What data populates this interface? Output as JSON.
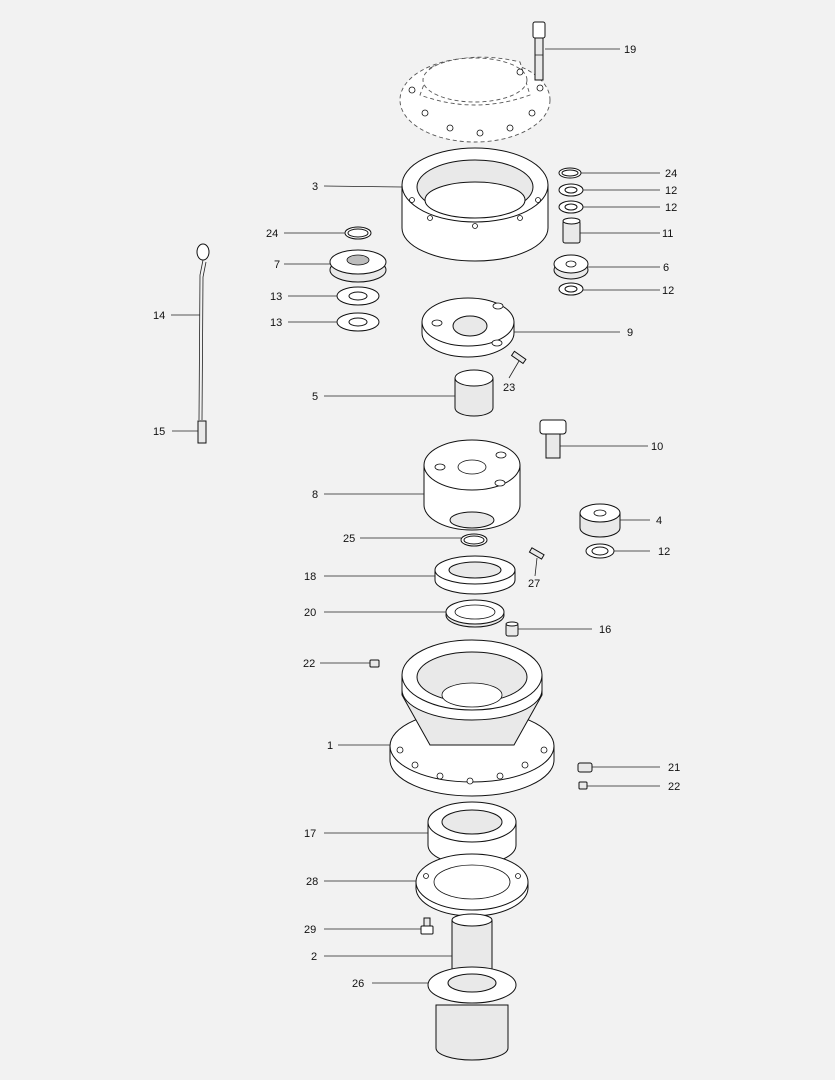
{
  "callouts": [
    {
      "id": "19",
      "text": "19"
    },
    {
      "id": "3",
      "text": "3"
    },
    {
      "id": "24a",
      "text": "24"
    },
    {
      "id": "12a",
      "text": "12"
    },
    {
      "id": "12b",
      "text": "12"
    },
    {
      "id": "11",
      "text": "11"
    },
    {
      "id": "24b",
      "text": "24"
    },
    {
      "id": "7",
      "text": "7"
    },
    {
      "id": "6",
      "text": "6"
    },
    {
      "id": "12c",
      "text": "12"
    },
    {
      "id": "13a",
      "text": "13"
    },
    {
      "id": "13b",
      "text": "13"
    },
    {
      "id": "14",
      "text": "14"
    },
    {
      "id": "9",
      "text": "9"
    },
    {
      "id": "23",
      "text": "23"
    },
    {
      "id": "5",
      "text": "5"
    },
    {
      "id": "15",
      "text": "15"
    },
    {
      "id": "10",
      "text": "10"
    },
    {
      "id": "8",
      "text": "8"
    },
    {
      "id": "4",
      "text": "4"
    },
    {
      "id": "25",
      "text": "25"
    },
    {
      "id": "12d",
      "text": "12"
    },
    {
      "id": "18",
      "text": "18"
    },
    {
      "id": "27",
      "text": "27"
    },
    {
      "id": "20",
      "text": "20"
    },
    {
      "id": "16",
      "text": "16"
    },
    {
      "id": "22a",
      "text": "22"
    },
    {
      "id": "1",
      "text": "1"
    },
    {
      "id": "21",
      "text": "21"
    },
    {
      "id": "22b",
      "text": "22"
    },
    {
      "id": "17",
      "text": "17"
    },
    {
      "id": "28",
      "text": "28"
    },
    {
      "id": "29",
      "text": "29"
    },
    {
      "id": "2",
      "text": "2"
    },
    {
      "id": "26",
      "text": "26"
    }
  ]
}
